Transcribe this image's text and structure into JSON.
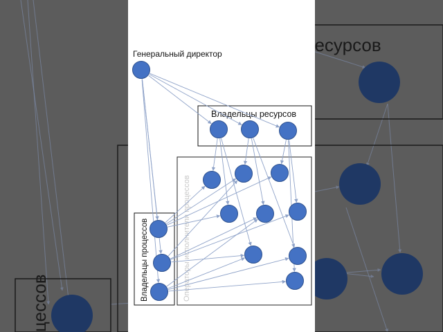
{
  "diagram": {
    "ceo_label": "Генеральный директор",
    "resource_owners_label": "Владельцы ресурсов",
    "process_owners_label": "Владельцы процессов",
    "process_operators_label": "Операторы исполнители процессов"
  },
  "background_fragments": {
    "top_right_text": "ресурсов",
    "bottom_left_text": "цессов"
  },
  "colors": {
    "node_fill": "#4472c4",
    "node_stroke": "#2f528f",
    "edge": "#8ea2c8",
    "background_node_fill": "#1f3864",
    "panel_background": "#ffffff",
    "side_background": "#5c5c5c"
  }
}
